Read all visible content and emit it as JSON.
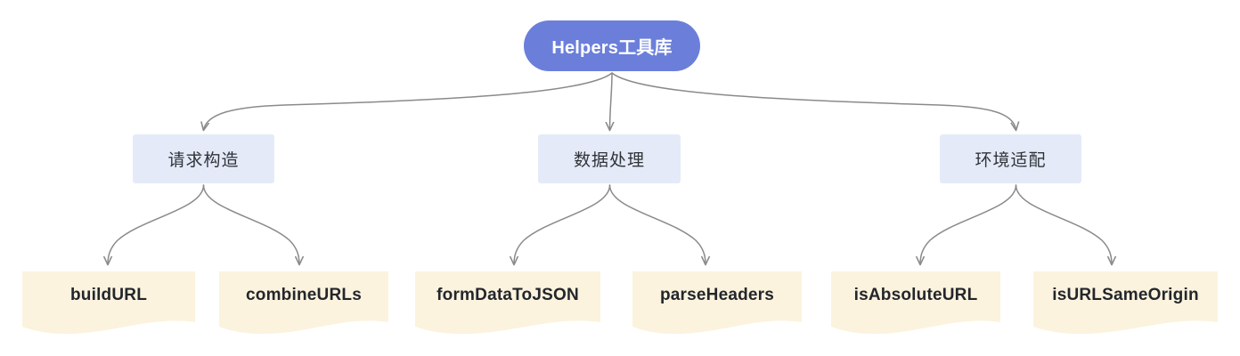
{
  "diagram": {
    "title": "Helpers工具库",
    "background": "#ffffff",
    "colors": {
      "root_fill": "#6b7fda",
      "root_text": "#ffffff",
      "mid_fill": "#e4eaf8",
      "mid_text": "#2f3338",
      "leaf_fill": "#fbf3de",
      "leaf_text": "#23262b",
      "edge_stroke": "#8a8a8a"
    },
    "root": {
      "label": "Helpers工具库"
    },
    "groups": [
      {
        "label": "请求构造",
        "children": [
          {
            "label": "buildURL"
          },
          {
            "label": "combineURLs"
          }
        ]
      },
      {
        "label": "数据处理",
        "children": [
          {
            "label": "formDataToJSON"
          },
          {
            "label": "parseHeaders"
          }
        ]
      },
      {
        "label": "环境适配",
        "children": [
          {
            "label": "isAbsoluteURL"
          },
          {
            "label": "isURLSameOrigin"
          }
        ]
      }
    ]
  }
}
